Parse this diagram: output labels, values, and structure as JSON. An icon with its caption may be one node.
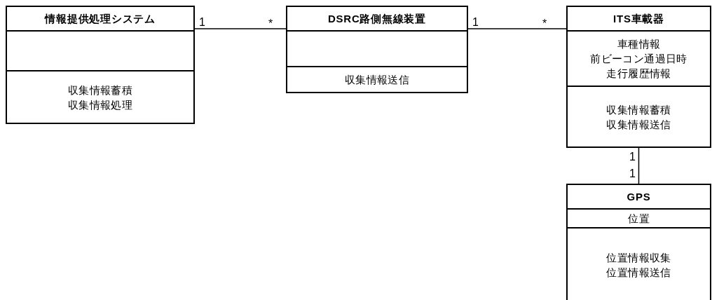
{
  "diagram": {
    "nodes": [
      {
        "text": [],
        "shape": "box"
      },
      {
        "text": [
          "情報提供処理システム"
        ],
        "in": 0
      },
      {
        "text": [],
        "shape": "box",
        "in": 0
      },
      {
        "text": [
          "収集情報蓄積",
          "収集情報処理"
        ],
        "in": 0
      },
      {
        "text": [],
        "shape": "box"
      },
      {
        "text": [
          "DSRC路側無線装置"
        ],
        "in": 4
      },
      {
        "text": [],
        "shape": "box",
        "in": 4
      },
      {
        "text": [
          "収集情報送信"
        ],
        "in": 4
      },
      {
        "text": [],
        "shape": "box"
      },
      {
        "text": [
          "ITS車載器"
        ],
        "in": 8
      },
      {
        "text": [
          "車種情報",
          "前ビーコン通過日時",
          "走行履歴情報"
        ],
        "in": 8
      },
      {
        "text": [
          "収集情報蓄積",
          "収集情報送信"
        ],
        "in": 8
      },
      {
        "text": [],
        "shape": "box"
      },
      {
        "text": [
          "GPS"
        ],
        "in": 12
      },
      {
        "text": [
          "位置"
        ],
        "in": 12
      },
      {
        "text": [
          "位置情報収集",
          "位置情報送信"
        ],
        "in": 12
      }
    ],
    "edges": [
      {
        "from": 0,
        "to": 4,
        "arrow": "none"
      },
      {
        "from": 4,
        "to": 8,
        "arrow": "none"
      },
      {
        "from": 8,
        "to": 12,
        "arrow": "none"
      }
    ],
    "labels": [
      "1",
      "*",
      "1",
      "*",
      "1",
      "1"
    ]
  }
}
